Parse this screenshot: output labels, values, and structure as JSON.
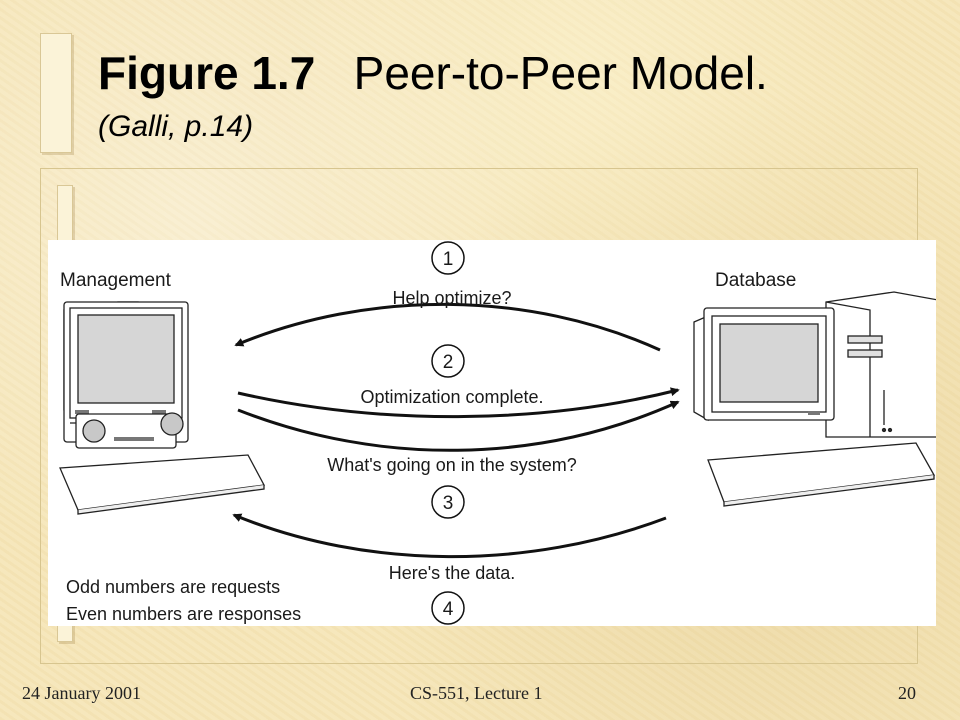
{
  "slide": {
    "title_figure": "Figure 1.7",
    "title_text": "Peer-to-Peer Model.",
    "subtitle": "(Galli, p.14)"
  },
  "diagram": {
    "nodes": {
      "management": "Management",
      "database": "Database"
    },
    "steps": [
      {
        "number": "1",
        "label": "Help optimize?"
      },
      {
        "number": "2",
        "label": "Optimization complete."
      },
      {
        "number": "3",
        "label": "What's going on in the system?"
      },
      {
        "number": "4",
        "label": "Here's the data."
      }
    ],
    "legend": {
      "odd": "Odd numbers are requests",
      "even": "Even numbers are responses"
    }
  },
  "footer": {
    "date": "24 January 2001",
    "course": "CS-551, Lecture 1",
    "page": "20"
  }
}
